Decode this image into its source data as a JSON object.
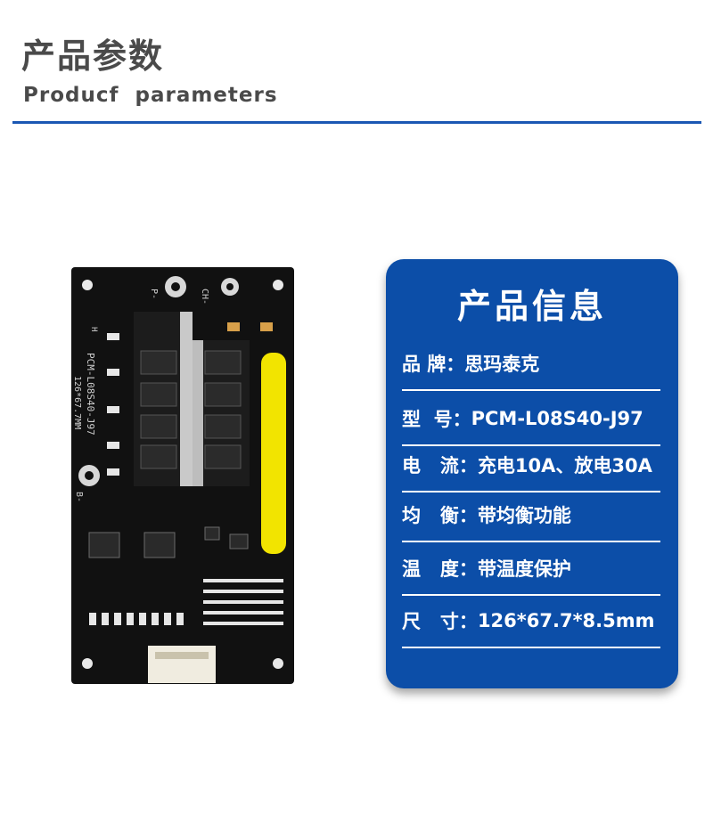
{
  "header": {
    "title_cn": "产品参数",
    "title_en": "Producf  parameters"
  },
  "pcb_board": {
    "silkscreen": {
      "pack_pos": "P-",
      "charge_neg": "CH-",
      "batt_neg": "B-",
      "model_line1": "PCM-L08S40-J97",
      "model_line2": "126*67.7MM",
      "h_mark": "H"
    },
    "colors": {
      "board": "#111111",
      "heatsink": "#c9c9c9",
      "capacitor": "#f2e400",
      "connector": "#f0ece0"
    }
  },
  "info_card": {
    "title": "产品信息",
    "rows": [
      {
        "label": "品 牌：",
        "value": "思玛泰克"
      },
      {
        "label": "型  号：",
        "value": "PCM-L08S40-J97"
      },
      {
        "label": "电   流：",
        "value": "充电10A、放电30A"
      },
      {
        "label": "均   衡：",
        "value": "带均衡功能"
      },
      {
        "label": "温   度：",
        "value": "带温度保护"
      },
      {
        "label": "尺   寸：",
        "value": "126*67.7*8.5mm"
      }
    ],
    "colors": {
      "background": "#0c4ea8",
      "text": "#ffffff"
    }
  }
}
